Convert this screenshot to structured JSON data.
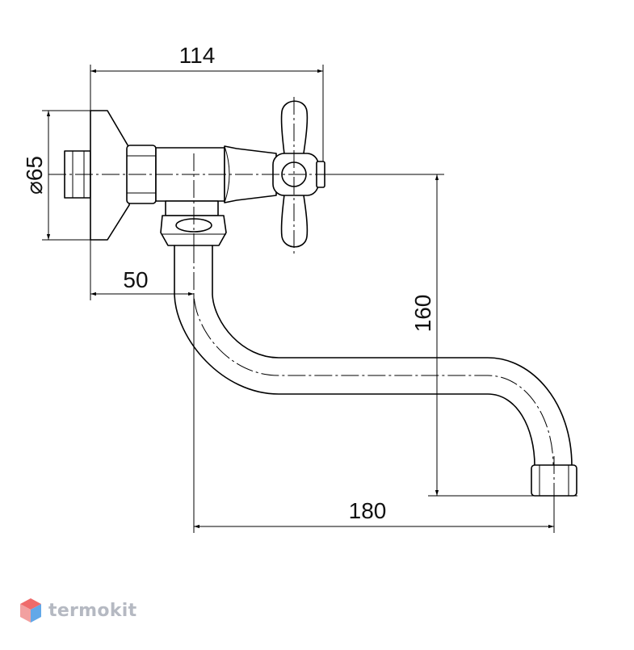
{
  "dimensions": {
    "width_top": "114",
    "diameter": "⌀65",
    "offset": "50",
    "height": "160",
    "reach": "180"
  },
  "brand": {
    "name": "termokit",
    "colors": {
      "logo_red": "#ef6b6b",
      "logo_blue": "#62a8e8",
      "logo_text": "#b5b9c2"
    }
  }
}
